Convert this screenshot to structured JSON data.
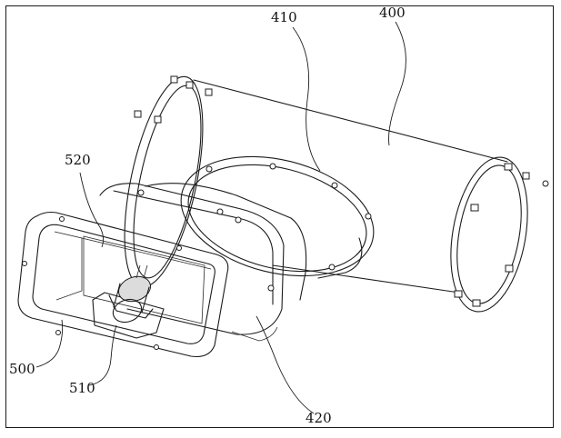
{
  "figure": {
    "reference_labels": {
      "cylinder_tube": "400",
      "cylinder_flange": "410",
      "transition_duct": "420",
      "end_frame": "500",
      "motor": "510",
      "panel": "520"
    }
  }
}
